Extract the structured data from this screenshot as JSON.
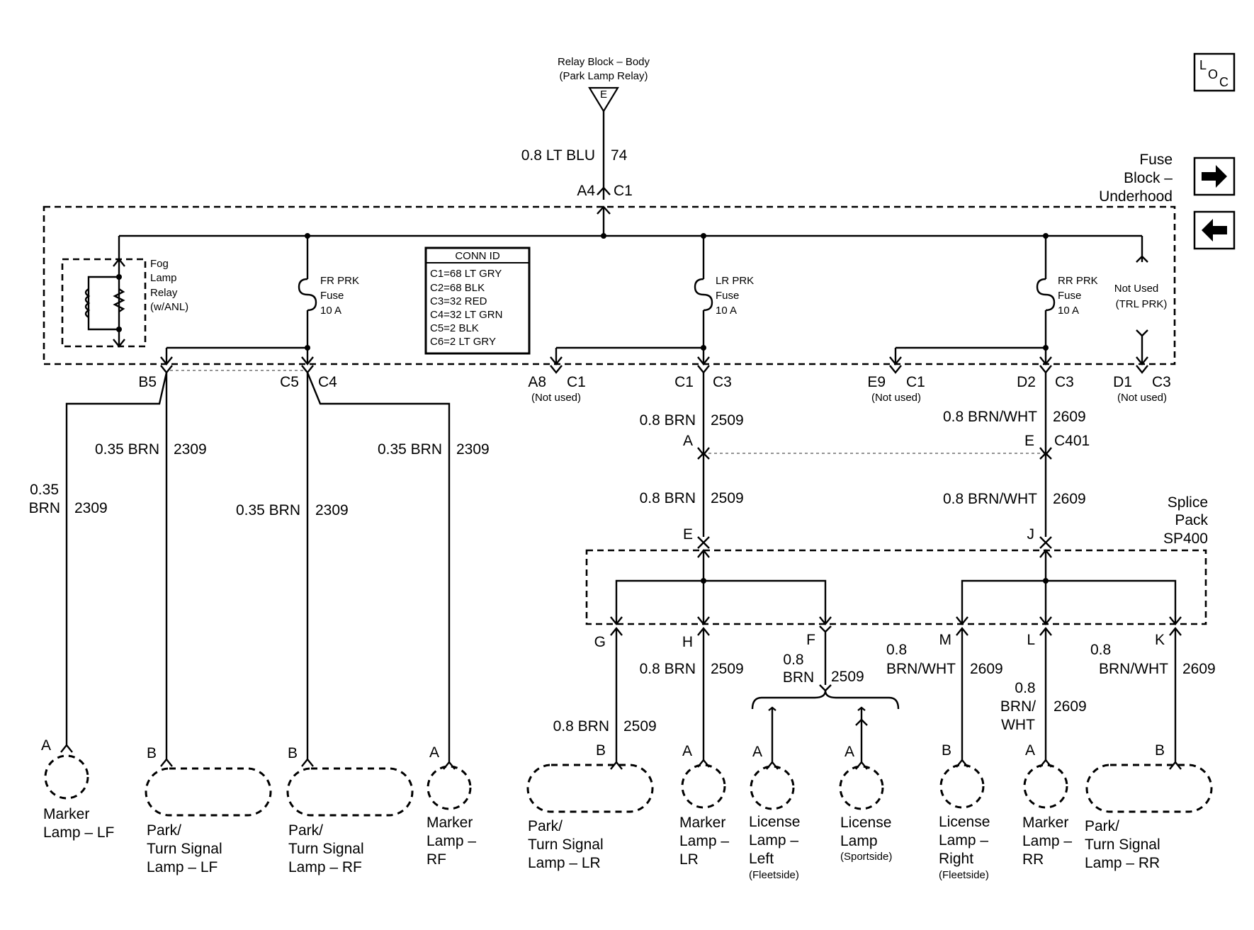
{
  "relay_block": {
    "line1": "Relay Block – Body",
    "line2": "(Park Lamp Relay)",
    "terminal": "E"
  },
  "feed_wire": {
    "gauge_color": "0.8 LT BLU",
    "circuit": "74",
    "pin": "A4",
    "connector": "C1"
  },
  "fuse_block": {
    "line1": "Fuse",
    "line2": "Block –",
    "line3": "Underhood"
  },
  "nav": {
    "loc_icon_text_l": "L",
    "loc_icon_text_o": "O",
    "loc_icon_text_c": "C",
    "next_arrow": "🡆",
    "prev_arrow": "🡄"
  },
  "fog_relay": {
    "l1": "Fog",
    "l2": "Lamp",
    "l3": "Relay",
    "l4": "(w/ANL)"
  },
  "fuses": {
    "fr": {
      "l1": "FR PRK",
      "l2": "Fuse",
      "l3": "10 A"
    },
    "lr": {
      "l1": "LR PRK",
      "l2": "Fuse",
      "l3": "10 A"
    },
    "rr": {
      "l1": "RR PRK",
      "l2": "Fuse",
      "l3": "10 A"
    },
    "not_used": {
      "l1": "Not Used",
      "l2": "(TRL PRK)"
    }
  },
  "conn_id": {
    "title": "CONN ID",
    "rows": [
      "C1=68 LT GRY",
      "C2=68 BLK",
      "C3=32 RED",
      "C4=32 LT GRN",
      "C5=2 BLK",
      "C6=2 LT GRY"
    ]
  },
  "fuse_pins": {
    "b5": "B5",
    "c5": "C5",
    "c4": "C4",
    "a8": "A8",
    "a8_conn": "C1",
    "a8_note": "(Not used)",
    "c1": "C1",
    "c1_conn": "C3",
    "e9": "E9",
    "e9_conn": "C1",
    "e9_note": "(Not used)",
    "d2": "D2",
    "d2_conn": "C3",
    "d1": "D1",
    "d1_conn": "C3",
    "d1_note": "(Not used)"
  },
  "left_wires": {
    "lf_marker": {
      "g1": "0.35",
      "g2": "BRN",
      "circuit": "2309"
    },
    "lf_park": {
      "gauge_color": "0.35 BRN",
      "circuit": "2309"
    },
    "rf_park": {
      "gauge_color": "0.35 BRN",
      "circuit": "2309"
    },
    "rf_marker": {
      "gauge_color": "0.35 BRN",
      "circuit": "2309"
    }
  },
  "c401": {
    "lr_top": {
      "gauge_color": "0.8 BRN",
      "circuit": "2509",
      "pin": "A"
    },
    "rr_top": {
      "gauge_color": "0.8 BRN/WHT",
      "circuit": "2609",
      "pin": "E",
      "connector": "C401"
    },
    "lr_bottom": {
      "gauge_color": "0.8 BRN",
      "circuit": "2509",
      "pin": "E"
    },
    "rr_bottom": {
      "gauge_color": "0.8 BRN/WHT",
      "circuit": "2609",
      "pin": "J"
    }
  },
  "splice_pack": {
    "l1": "Splice",
    "l2": "Pack",
    "l3": "SP400"
  },
  "splice_outputs": {
    "g": "G",
    "h": "H",
    "f": "F",
    "m": "M",
    "l": "L",
    "k": "K",
    "h_wire": {
      "gauge_color": "0.8 BRN",
      "circuit": "2509"
    },
    "f_wire": {
      "g1": "0.8",
      "g2": "BRN",
      "circuit": "2509"
    },
    "m_wire": {
      "g1": "0.8",
      "g2": "BRN/WHT",
      "circuit": "2609"
    },
    "k_wire": {
      "g1": "0.8",
      "g2": "BRN/WHT",
      "circuit": "2609"
    },
    "l_wire": {
      "g1": "0.8",
      "g2": "BRN/",
      "g3": "WHT",
      "circuit": "2609"
    },
    "g_wire": {
      "gauge_color": "0.8 BRN",
      "circuit": "2509"
    }
  },
  "lamps": {
    "marker_lf": {
      "pin": "A",
      "l1": "Marker",
      "l2": "Lamp – LF"
    },
    "park_lf": {
      "pin": "B",
      "l1": "Park/",
      "l2": "Turn Signal",
      "l3": "Lamp – LF"
    },
    "park_rf": {
      "pin": "B",
      "l1": "Park/",
      "l2": "Turn Signal",
      "l3": "Lamp – RF"
    },
    "marker_rf": {
      "pin": "A",
      "l1": "Marker",
      "l2": "Lamp –",
      "l3": "RF"
    },
    "park_lr": {
      "pin": "B",
      "l1": "Park/",
      "l2": "Turn Signal",
      "l3": "Lamp – LR"
    },
    "marker_lr": {
      "pin": "A",
      "l1": "Marker",
      "l2": "Lamp –",
      "l3": "LR"
    },
    "license_left": {
      "pin": "A",
      "l1": "License",
      "l2": "Lamp –",
      "l3": "Left",
      "l4": "(Fleetside)"
    },
    "license_sport": {
      "pin": "A",
      "l1": "License",
      "l2": "Lamp",
      "l3": "(Sportside)"
    },
    "license_right": {
      "pin": "B",
      "l1": "License",
      "l2": "Lamp –",
      "l3": "Right",
      "l4": "(Fleetside)"
    },
    "marker_rr": {
      "pin": "A",
      "l1": "Marker",
      "l2": "Lamp –",
      "l3": "RR"
    },
    "park_rr": {
      "pin": "B",
      "l1": "Park/",
      "l2": "Turn Signal",
      "l3": "Lamp – RR"
    }
  }
}
